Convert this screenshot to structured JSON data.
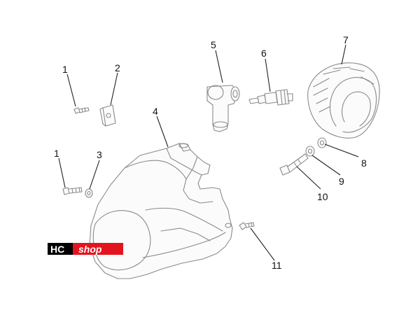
{
  "callouts": {
    "c1a": "1",
    "c2": "2",
    "c1b": "1",
    "c3": "3",
    "c4": "4",
    "c5": "5",
    "c6": "6",
    "c7": "7",
    "c8": "8",
    "c9": "9",
    "c10": "10",
    "c11": "11"
  },
  "logo": {
    "hc": "HC",
    "shop": "shop",
    "colors": {
      "black": "#000000",
      "red": "#e3141e"
    }
  },
  "colors": {
    "outline": "#8a8a8a",
    "leader": "#222222"
  }
}
